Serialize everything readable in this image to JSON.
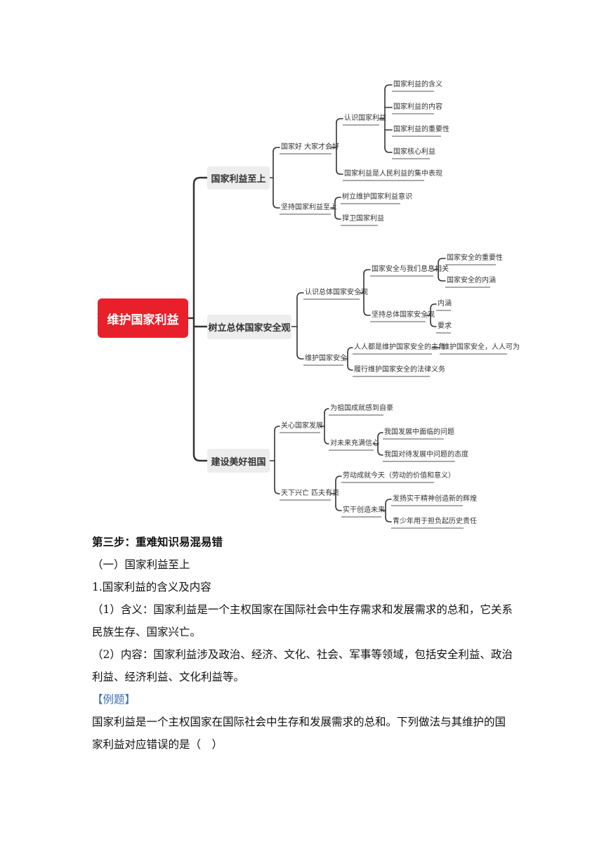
{
  "mindmap": {
    "root": "维护国家利益",
    "branch1": {
      "title": "国家利益至上",
      "sub1": "国家好 大家才会好",
      "sub1a": "认识国家利益",
      "sub1a_items": [
        "国家利益的含义",
        "国家利益的内容",
        "国家利益的重要性",
        "国家核心利益"
      ],
      "sub1b": "国家利益是人民利益的集中表现",
      "sub2": "坚持国家利益至上",
      "sub2_items": [
        "树立维护国家利益意识",
        "捍卫国家利益"
      ]
    },
    "branch2": {
      "title": "树立总体国家安全观",
      "sub1": "认识总体国家安全观",
      "sub1a": "国家安全与我们息息相关",
      "sub1a_items": [
        "国家安全的重要性",
        "国家安全的内涵"
      ],
      "sub1b": "坚持总体国家安全观",
      "sub1b_items": [
        "内涵",
        "要求"
      ],
      "sub2": "维护国家安全",
      "sub2a": "人人都是维护国家安全的主角",
      "sub2a_item": "维护国家安全，人人可为",
      "sub2b": "履行维护国家安全的法律义务"
    },
    "branch3": {
      "title": "建设美好祖国",
      "sub1": "关心国家发展",
      "sub1a": "为祖国成就感到自豪",
      "sub1b": "对未来充满信心",
      "sub1b_items": [
        "我国发展中面临的问题",
        "我国对待发展中问题的态度"
      ],
      "sub2": "天下兴亡 匹夫有责",
      "sub2a": "劳动成就今天（劳动的价值和意义）",
      "sub2b": "实干创造未来",
      "sub2b_items": [
        "发扬实干精神创造新的辉煌",
        "青少年用于担负起历史责任"
      ]
    }
  },
  "document": {
    "step_title": "第三步：重难知识易混易错",
    "section": "（一）国家利益至上",
    "heading": "1.国家利益的含义及内容",
    "para1": "（1）含义：国家利益是一个主权国家在国际社会中生存需求和发展需求的总和，它关系民族生存、国家兴亡。",
    "para2": "（2）内容：国家利益涉及政治、经济、文化、社会、军事等领域，包括安全利益、政治利益、经济利益、文化利益等。",
    "example_label": "【例题】",
    "question": "国家利益是一个主权国家在国际社会中生存和发展需求的总和。下列做法与其维护的国家利益对应错误的是（　）"
  }
}
